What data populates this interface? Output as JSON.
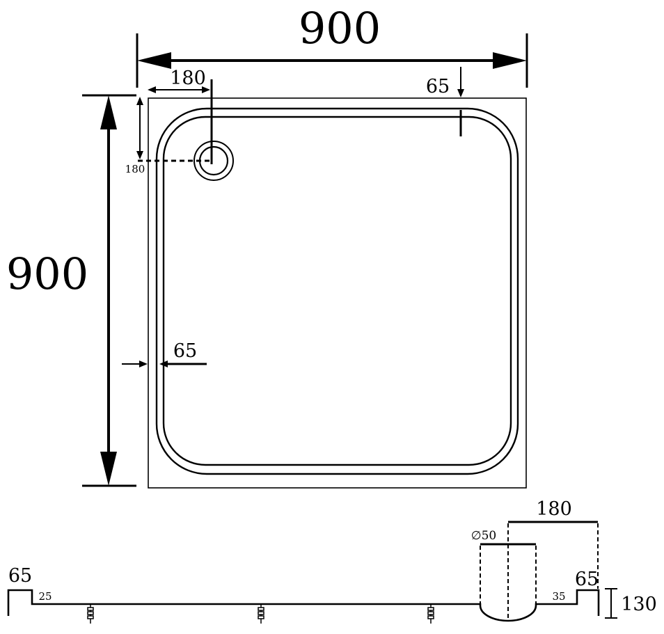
{
  "dimensions": {
    "top_width": "900",
    "left_height": "900",
    "drain_offset_x": "180",
    "drain_offset_y": "180",
    "rim_top": "65",
    "rim_left": "65",
    "profile_left_rim": "65",
    "profile_left_step": "25",
    "profile_right_rim": "65",
    "profile_right_step": "35",
    "profile_height": "130",
    "drain_diameter": "∅50",
    "profile_drain_offset": "180"
  },
  "colors": {
    "line": "#000000",
    "background": "#ffffff"
  }
}
